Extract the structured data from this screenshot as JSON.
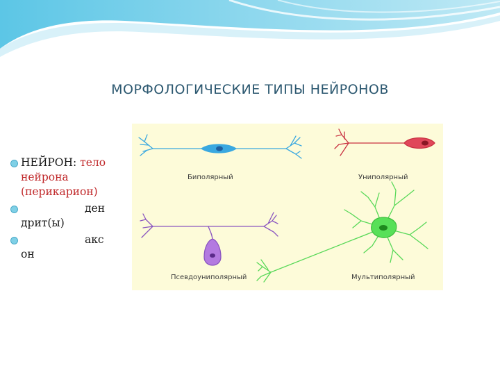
{
  "title": "МОРФОЛОГИЧЕСКИЕ ТИПЫ НЕЙРОНОВ",
  "bullets": {
    "b1_black": "НЕЙРОН: ",
    "b1_red_a": "тело",
    "b1_red_b": "нейрона",
    "b1_red_c": "(перикарион)",
    "b2_a": "ден",
    "b2_b": "дрит(ы)",
    "b3_a": "акс",
    "b3_b": "он"
  },
  "figure": {
    "labels": {
      "bipolar": "Биполярный",
      "unipolar": "Униполярный",
      "pseudounipolar": "Псевдоуниполярный",
      "multipolar": "Мультиполярный"
    },
    "colors": {
      "bipolar": "#3aa8e0",
      "unipolar": "#e0475a",
      "pseudounipolar": "#a060d0",
      "multipolar": "#58e058",
      "panel_bg": "#fdfbd9"
    }
  }
}
